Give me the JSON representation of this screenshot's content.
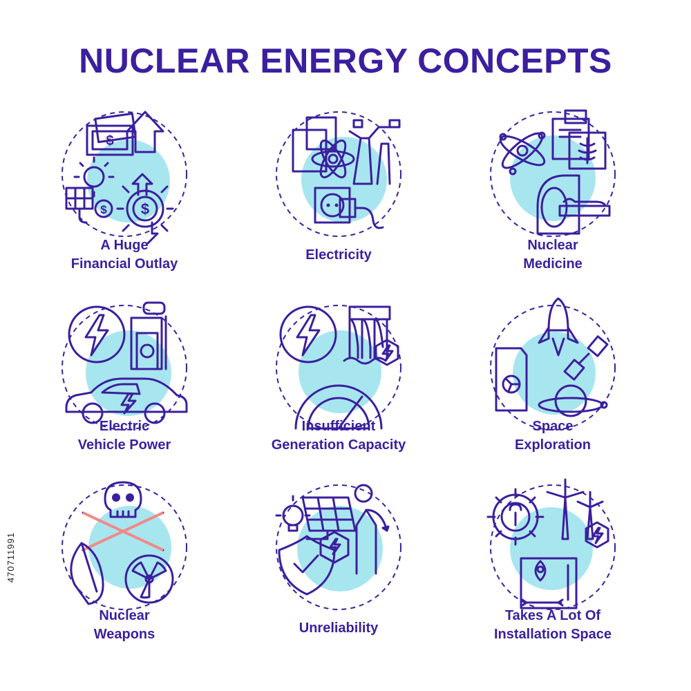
{
  "title": "NUCLEAR ENERGY CONCEPTS",
  "colors": {
    "outline": "#3b1f9e",
    "circle": "#a8e6ef",
    "pink": "#f08a8a",
    "yellow": "#fbe28a",
    "purple": "#a58ff0",
    "white": "#ffffff"
  },
  "watermark": "470711991",
  "items": [
    {
      "line1": "A Huge",
      "line2": "Financial Outlay",
      "icon": "money-arrow-dollar-solar-icon"
    },
    {
      "line1": "Electricity",
      "line2": "",
      "icon": "atom-powerline-socket-icon"
    },
    {
      "line1": "Nuclear",
      "line2": "Medicine",
      "icon": "atom-xray-mri-icon"
    },
    {
      "line1": "Electric",
      "line2": "Vehicle Power",
      "icon": "lightning-plant-car-icon"
    },
    {
      "line1": "Insufficient",
      "line2": "Generation Capacity",
      "icon": "lightning-dam-gauge-icon"
    },
    {
      "line1": "Space",
      "line2": "Exploration",
      "icon": "rocket-satellite-planet-icon"
    },
    {
      "line1": "Nuclear",
      "line2": "Weapons",
      "icon": "skull-missile-radiation-icon"
    },
    {
      "line1": "Unreliability",
      "line2": "",
      "icon": "bulb-solar-shield-chart-icon"
    },
    {
      "line1": "Takes A Lot Of",
      "line2": "Installation Space",
      "icon": "gear-windmill-map-icon"
    }
  ]
}
